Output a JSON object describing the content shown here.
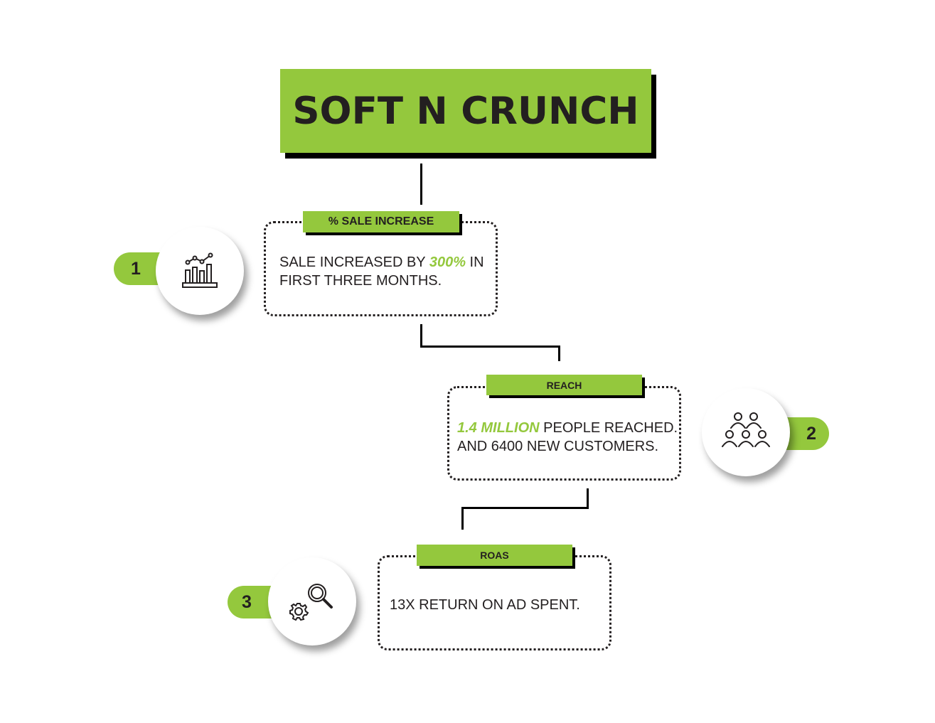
{
  "title": "SOFT N CRUNCH",
  "steps": [
    {
      "number": "1",
      "tag": "% SALE INCREASE",
      "icon": "bar-chart-icon",
      "line1_before": "SALE INCREASED BY ",
      "line1_highlight": "300%",
      "line1_after": " IN",
      "line2": "FIRST THREE MONTHS."
    },
    {
      "number": "2",
      "tag": "REACH",
      "icon": "people-group-icon",
      "line1_highlight": "1.4 MILLION",
      "line1_after": " PEOPLE REACHED.",
      "line2": "AND 6400 NEW CUSTOMERS."
    },
    {
      "number": "3",
      "tag": "ROAS",
      "icon": "gear-search-icon",
      "line1": "13X RETURN ON AD SPENT."
    }
  ],
  "colors": {
    "accent": "#94c83d",
    "text": "#231f20",
    "line": "#000000"
  }
}
